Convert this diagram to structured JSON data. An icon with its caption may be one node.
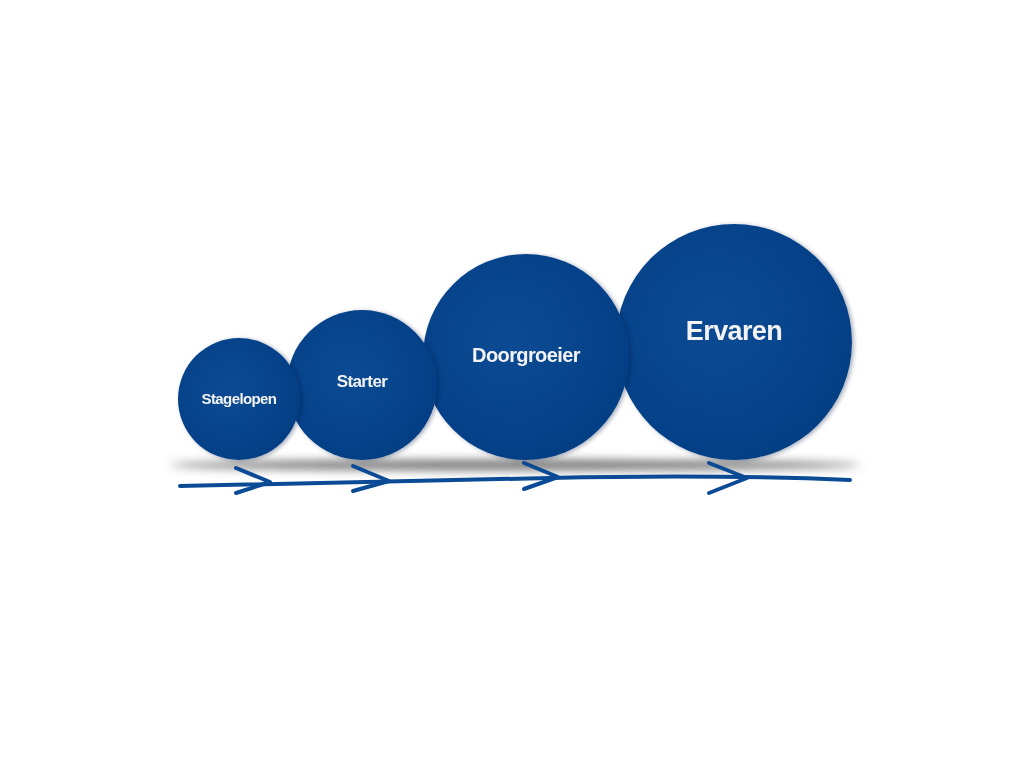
{
  "diagram": {
    "nodes": [
      {
        "text": [
          "Stagelopen"
        ]
      },
      {
        "text": [
          "Starter"
        ]
      },
      {
        "text": [
          "Doorgroeier"
        ]
      },
      {
        "text": [
          "Ervaren"
        ]
      }
    ]
  }
}
